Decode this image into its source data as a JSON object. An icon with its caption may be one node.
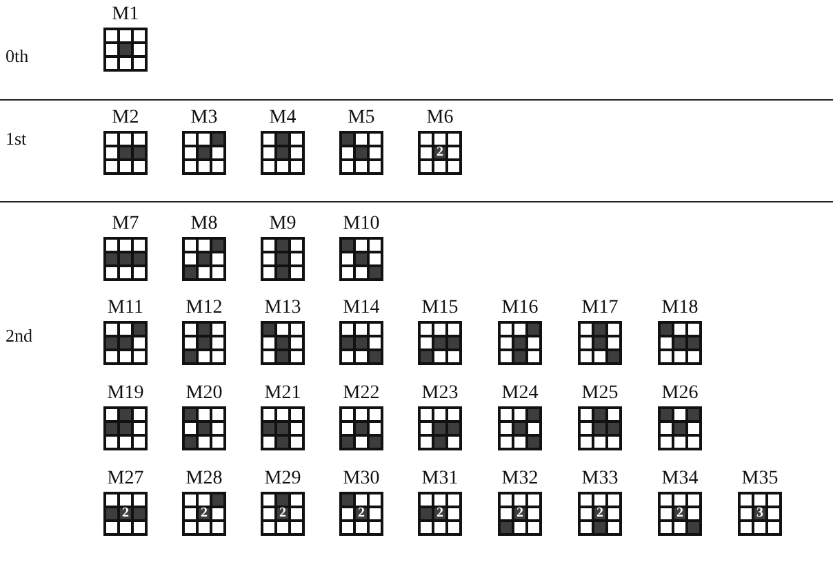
{
  "diagram": {
    "nodes": [
      {
        "text": [
          "M1"
        ]
      },
      {
        "text": [
          "M2"
        ]
      },
      {
        "text": [
          "M3"
        ]
      },
      {
        "text": [
          "M4"
        ]
      },
      {
        "text": [
          "M5"
        ]
      },
      {
        "text": [
          "M6",
          "2"
        ]
      },
      {
        "text": [
          "M7"
        ]
      },
      {
        "text": [
          "M8"
        ]
      },
      {
        "text": [
          "M9"
        ]
      },
      {
        "text": [
          "M10"
        ]
      },
      {
        "text": [
          "M11"
        ]
      },
      {
        "text": [
          "M12"
        ]
      },
      {
        "text": [
          "M13"
        ]
      },
      {
        "text": [
          "M14"
        ]
      },
      {
        "text": [
          "M15"
        ]
      },
      {
        "text": [
          "M16"
        ]
      },
      {
        "text": [
          "M17"
        ]
      },
      {
        "text": [
          "M18"
        ]
      },
      {
        "text": [
          "M19"
        ]
      },
      {
        "text": [
          "M20"
        ]
      },
      {
        "text": [
          "M21"
        ]
      },
      {
        "text": [
          "M22"
        ]
      },
      {
        "text": [
          "M23"
        ]
      },
      {
        "text": [
          "M24"
        ]
      },
      {
        "text": [
          "M25"
        ]
      },
      {
        "text": [
          "M26"
        ]
      },
      {
        "text": [
          "M27",
          "2"
        ]
      },
      {
        "text": [
          "M28",
          "2"
        ]
      },
      {
        "text": [
          "M29",
          "2"
        ]
      },
      {
        "text": [
          "M30",
          "2"
        ]
      },
      {
        "text": [
          "M31",
          "2"
        ]
      },
      {
        "text": [
          "M32",
          "2"
        ]
      },
      {
        "text": [
          "M33",
          "2"
        ]
      },
      {
        "text": [
          "M34",
          "2"
        ]
      },
      {
        "text": [
          "M35",
          "3"
        ]
      }
    ],
    "edges": [],
    "labels": [
      "0th",
      "1st",
      "2nd"
    ]
  }
}
